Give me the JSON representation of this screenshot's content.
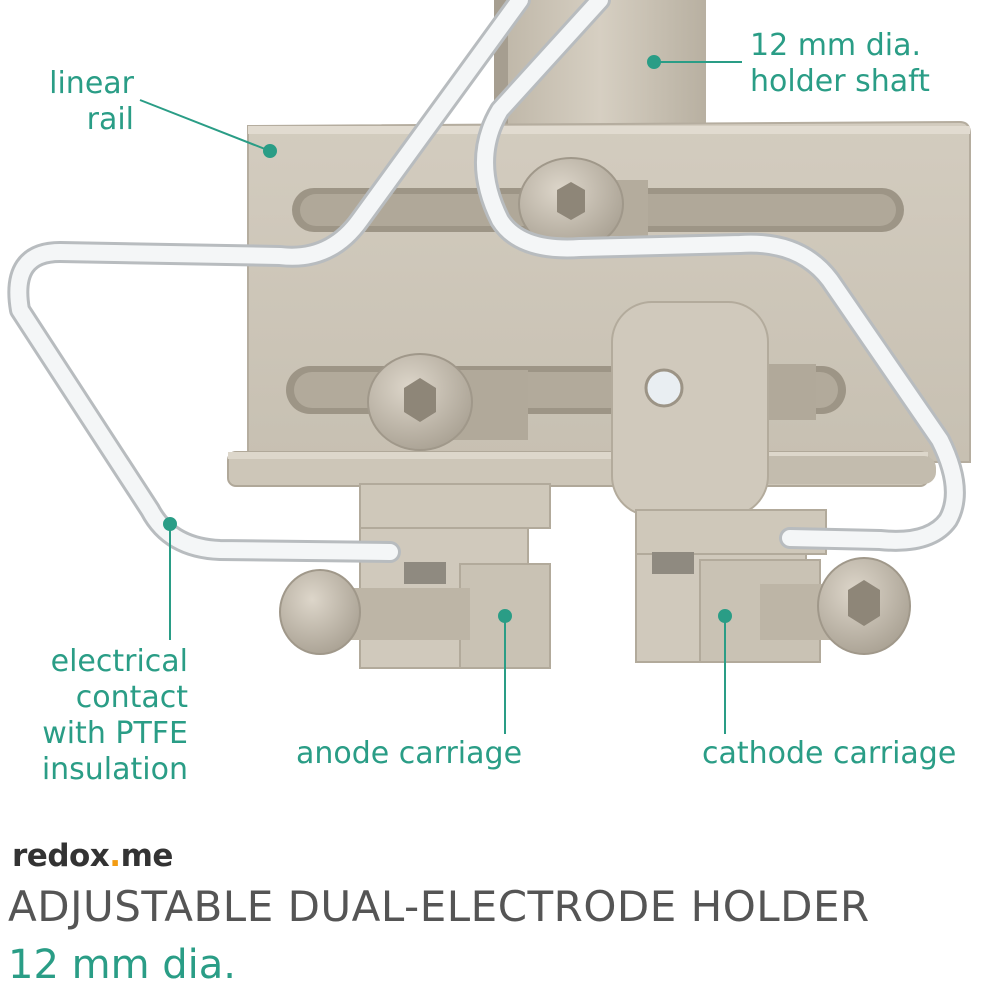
{
  "colors": {
    "accent": "#2a9d86",
    "part": "#cfc8bb",
    "part_dark": "#b3ab9c",
    "wire": "#f2f4f5",
    "brand_text": "#333333",
    "brand_dot": "#f39c12",
    "title_text": "#555555"
  },
  "labels": {
    "linear_rail_1": "linear",
    "linear_rail_2": "rail",
    "holder_shaft_1": "12 mm dia.",
    "holder_shaft_2": "holder shaft",
    "contact_1": "electrical",
    "contact_2": "contact",
    "contact_3": "with PTFE",
    "contact_4": "insulation",
    "anode": "anode carriage",
    "cathode": "cathode carriage"
  },
  "brand": {
    "part1": "redox",
    "dot": ".",
    "part2": "me"
  },
  "title": "ADJUSTABLE DUAL-ELECTRODE HOLDER",
  "subtitle": "12 mm dia."
}
